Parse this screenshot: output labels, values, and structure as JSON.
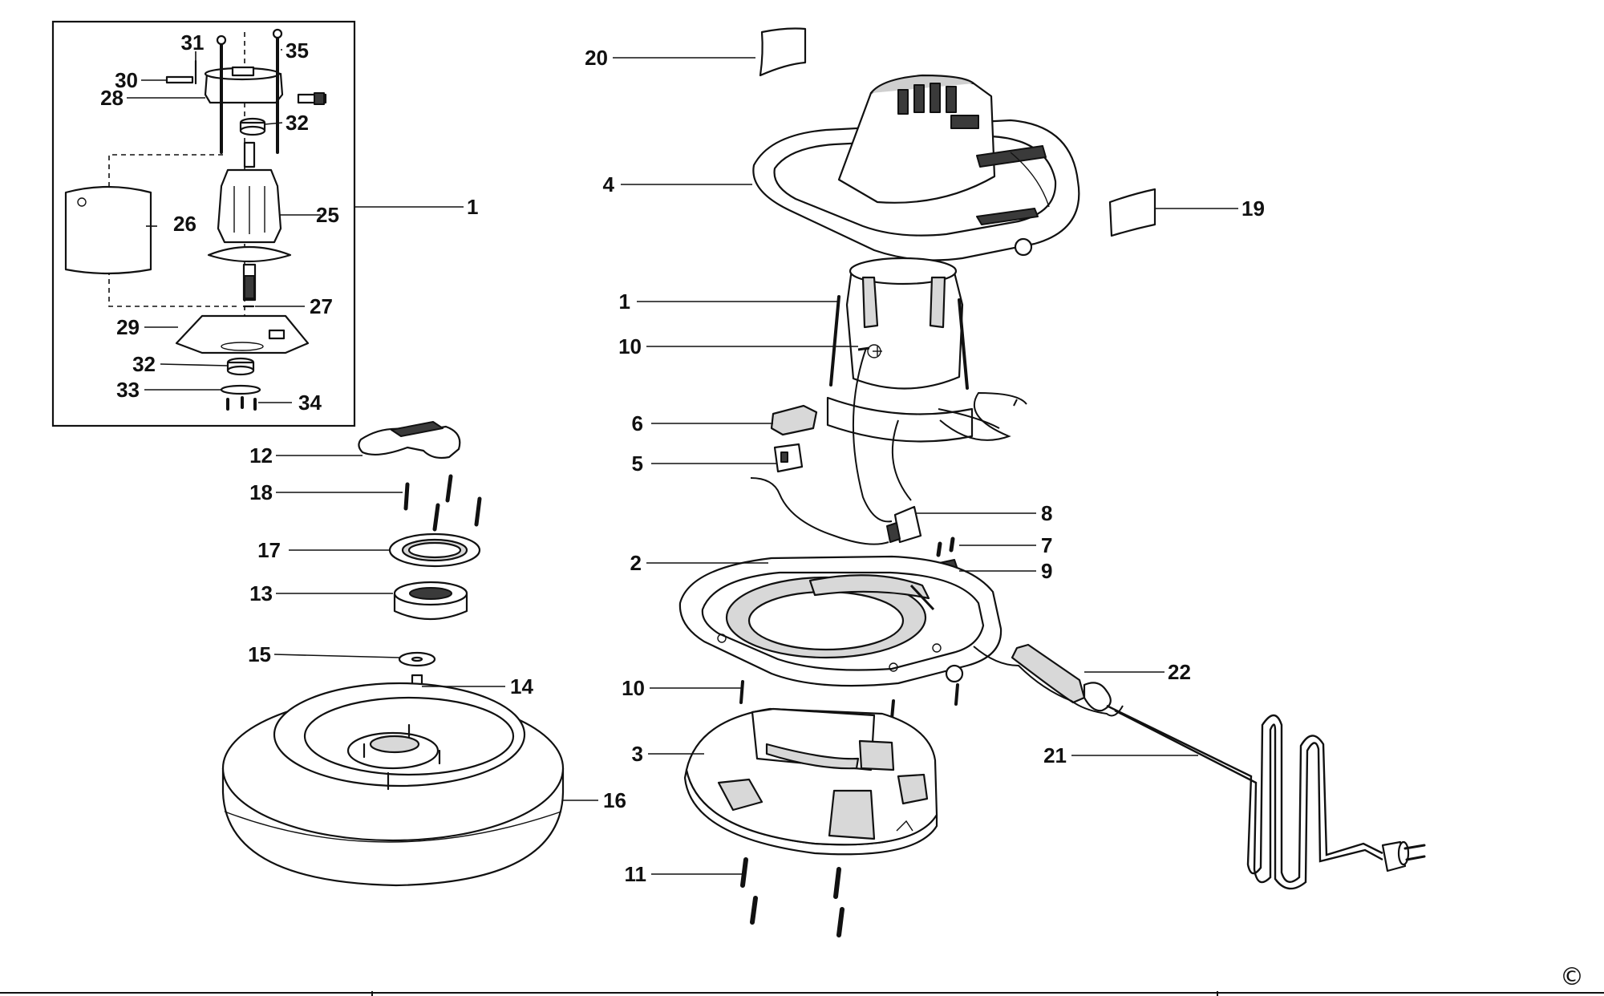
{
  "callouts": {
    "c1_box": "1",
    "c1_motor": "1",
    "c2": "2",
    "c3": "3",
    "c4": "4",
    "c5": "5",
    "c6": "6",
    "c7": "7",
    "c8": "8",
    "c9": "9",
    "c10_upper": "10",
    "c10_lower": "10",
    "c11": "11",
    "c12": "12",
    "c13": "13",
    "c14": "14",
    "c15": "15",
    "c16": "16",
    "c17": "17",
    "c18": "18",
    "c19": "19",
    "c20": "20",
    "c21": "21",
    "c22": "22",
    "c25": "25",
    "c26": "26",
    "c27": "27",
    "c28": "28",
    "c29": "29",
    "c30": "30",
    "c31": "31",
    "c32_upper": "32",
    "c32_lower": "32",
    "c33": "33",
    "c34": "34",
    "c35": "35"
  },
  "copyright_mark": "©"
}
